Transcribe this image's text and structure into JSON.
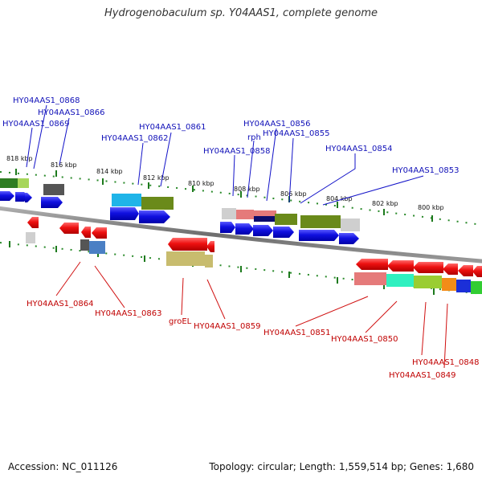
{
  "header": {
    "title": "Hydrogenobaculum sp. Y04AAS1, complete genome"
  },
  "footer": {
    "accession": "Accession: NC_011126",
    "summary": "Topology: circular; Length: 1,559,514 bp; Genes: 1,680"
  },
  "ruler": {
    "ticks": [
      "818 kbp",
      "816 kbp",
      "814 kbp",
      "812 kbp",
      "810 kbp",
      "808 kbp",
      "806 kbp",
      "804 kbp",
      "802 kbp",
      "800 kbp"
    ]
  },
  "labels": {
    "top": [
      "HY04AAS1_0868",
      "HY04AAS1_0866",
      "HY04AAS1_0869",
      "HY04AAS1_0861",
      "HY04AAS1_0862",
      "HY04AAS1_0856",
      "rph",
      "HY04AAS1_0855",
      "HY04AAS1_0858",
      "HY04AAS1_0854",
      "HY04AAS1_0853"
    ],
    "bottom": [
      "HY04AAS1_0864",
      "HY04AAS1_0863",
      "groEL",
      "HY04AAS1_0859",
      "HY04AAS1_0851",
      "HY04AAS1_0850",
      "HY04AAS1_0848",
      "HY04AAS1_0849"
    ]
  },
  "colors": {
    "forward_strand": "#1515d8",
    "reverse_strand": "#e01010",
    "ruler_dots": "#2a8a2a",
    "backbone": "#808080"
  }
}
